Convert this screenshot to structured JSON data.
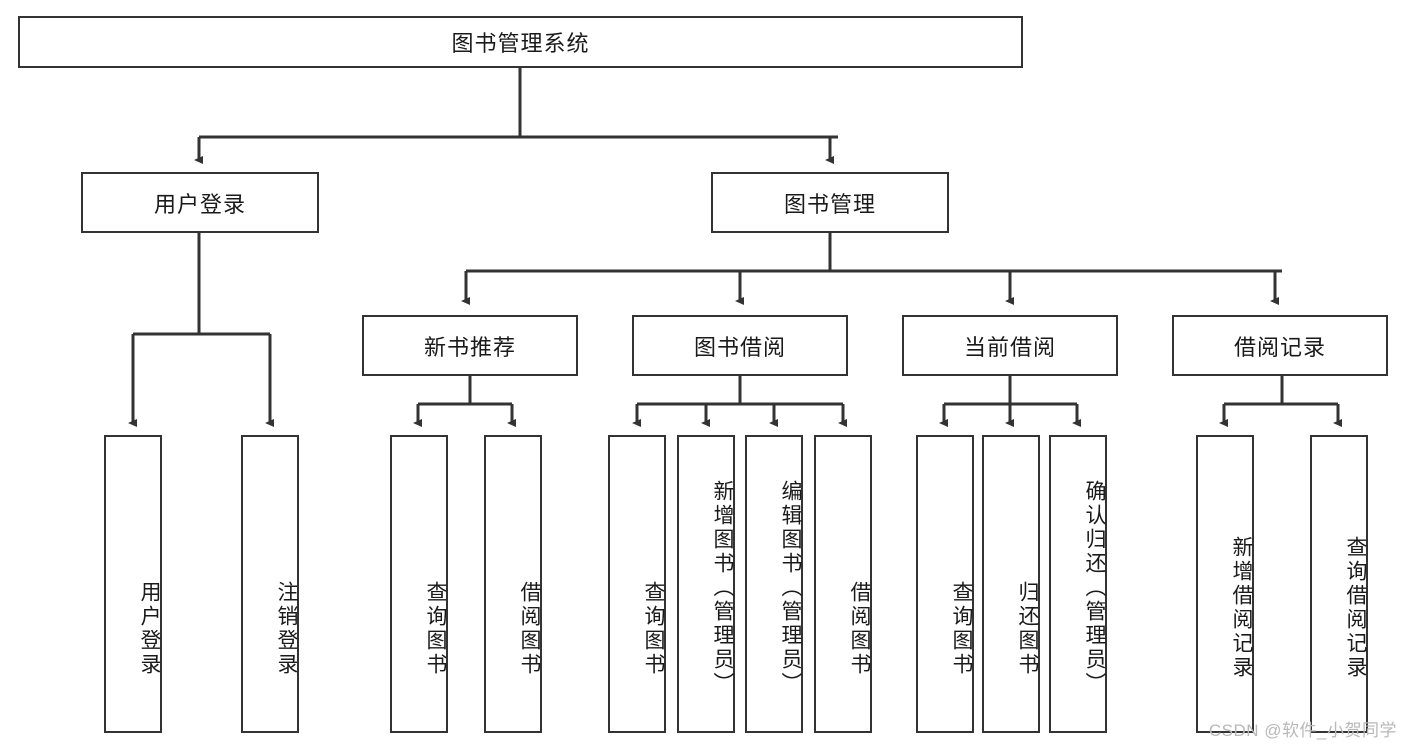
{
  "diagram": {
    "title": "图书管理系统",
    "type": "hierarchy-tree",
    "levels": 4,
    "nodes": {
      "root": {
        "label": "图书管理系统"
      },
      "level2": [
        {
          "id": "user-login",
          "label": "用户登录"
        },
        {
          "id": "book-management",
          "label": "图书管理"
        }
      ],
      "level3": [
        {
          "id": "new-book-recommend",
          "label": "新书推荐",
          "parent": "book-management"
        },
        {
          "id": "book-borrow",
          "label": "图书借阅",
          "parent": "book-management"
        },
        {
          "id": "current-borrow",
          "label": "当前借阅",
          "parent": "book-management"
        },
        {
          "id": "borrow-record",
          "label": "借阅记录",
          "parent": "book-management"
        }
      ],
      "level4": {
        "user-login": [
          {
            "id": "leaf-user-login",
            "label": "用户登录"
          },
          {
            "id": "leaf-user-logout",
            "label": "注销登录"
          }
        ],
        "new-book-recommend": [
          {
            "id": "leaf-query-book-1",
            "label": "查询图书"
          },
          {
            "id": "leaf-borrow-book-1",
            "label": "借阅图书"
          }
        ],
        "book-borrow": [
          {
            "id": "leaf-query-book-2",
            "label": "查询图书"
          },
          {
            "id": "leaf-add-book",
            "label": "新增图书（管理员）"
          },
          {
            "id": "leaf-edit-book",
            "label": "编辑图书（管理员）"
          },
          {
            "id": "leaf-borrow-book-2",
            "label": "借阅图书"
          }
        ],
        "current-borrow": [
          {
            "id": "leaf-query-book-3",
            "label": "查询图书"
          },
          {
            "id": "leaf-return-book",
            "label": "归还图书"
          },
          {
            "id": "leaf-confirm-return",
            "label": "确认归还（管理员）"
          }
        ],
        "borrow-record": [
          {
            "id": "leaf-add-record",
            "label": "新增借阅记录"
          },
          {
            "id": "leaf-query-record",
            "label": "查询借阅记录"
          }
        ]
      }
    },
    "colors": {
      "stroke": "#333333",
      "fill": "#ffffff",
      "text": "#1a1a1a",
      "watermark": "#b8b8b8"
    }
  },
  "watermark": {
    "text": "CSDN @软件_小贺同学"
  }
}
